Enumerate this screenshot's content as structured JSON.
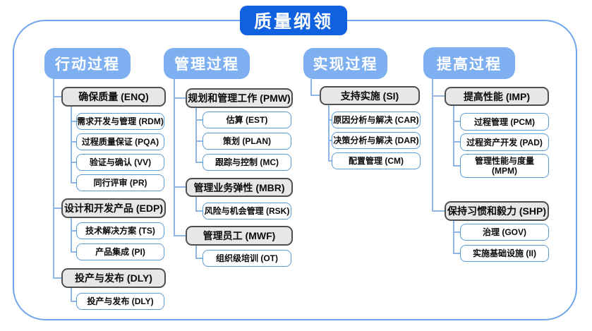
{
  "title": "质量纲领",
  "colors": {
    "title_bg": "#1061DF",
    "header_bg": "#7EAFF0",
    "leaf_border": "#5B9BD5",
    "group_fill": "#E8E7E7",
    "group_border": "#4F4F4F",
    "connector": "#8FB5E5",
    "frame_border": "#6FA5EC"
  },
  "columns": [
    {
      "header": "行动过程",
      "groups": [
        {
          "label": "确保质量 (ENQ)",
          "children": [
            "需求开发与管理 (RDM)",
            "过程质量保证 (PQA)",
            "验证与确认 (VV)",
            "同行评审 (PR)"
          ]
        },
        {
          "label": "设计和开发产品 (EDP)",
          "children": [
            "技术解决方案 (TS)",
            "产品集成 (PI)"
          ]
        },
        {
          "label": "投产与发布 (DLY)",
          "children": [
            "投产与发布 (DLY)"
          ]
        }
      ]
    },
    {
      "header": "管理过程",
      "groups": [
        {
          "label": "规划和管理工作 (PMW)",
          "children": [
            "估算 (EST)",
            "策划 (PLAN)",
            "跟踪与控制 (MC)"
          ]
        },
        {
          "label": "管理业务弹性 (MBR)",
          "children": [
            "风险与机会管理 (RSK)"
          ]
        },
        {
          "label": "管理员工 (MWF)",
          "children": [
            "组织级培训 (OT)"
          ]
        }
      ]
    },
    {
      "header": "实现过程",
      "groups": [
        {
          "label": "支持实施 (SI)",
          "children": [
            "原因分析与解决 (CAR)",
            "决策分析与解决 (DAR)",
            "配置管理 (CM)"
          ]
        }
      ]
    },
    {
      "header": "提高过程",
      "groups": [
        {
          "label": "提高性能 (IMP)",
          "children": [
            "过程管理 (PCM)",
            "过程资产开发 (PAD)",
            "管理性能与度量\n(MPM)"
          ]
        },
        {
          "label": "保持习惯和毅力 (SHP)",
          "children": [
            "治理 (GOV)",
            "实施基础设施 (II)"
          ]
        }
      ]
    }
  ]
}
